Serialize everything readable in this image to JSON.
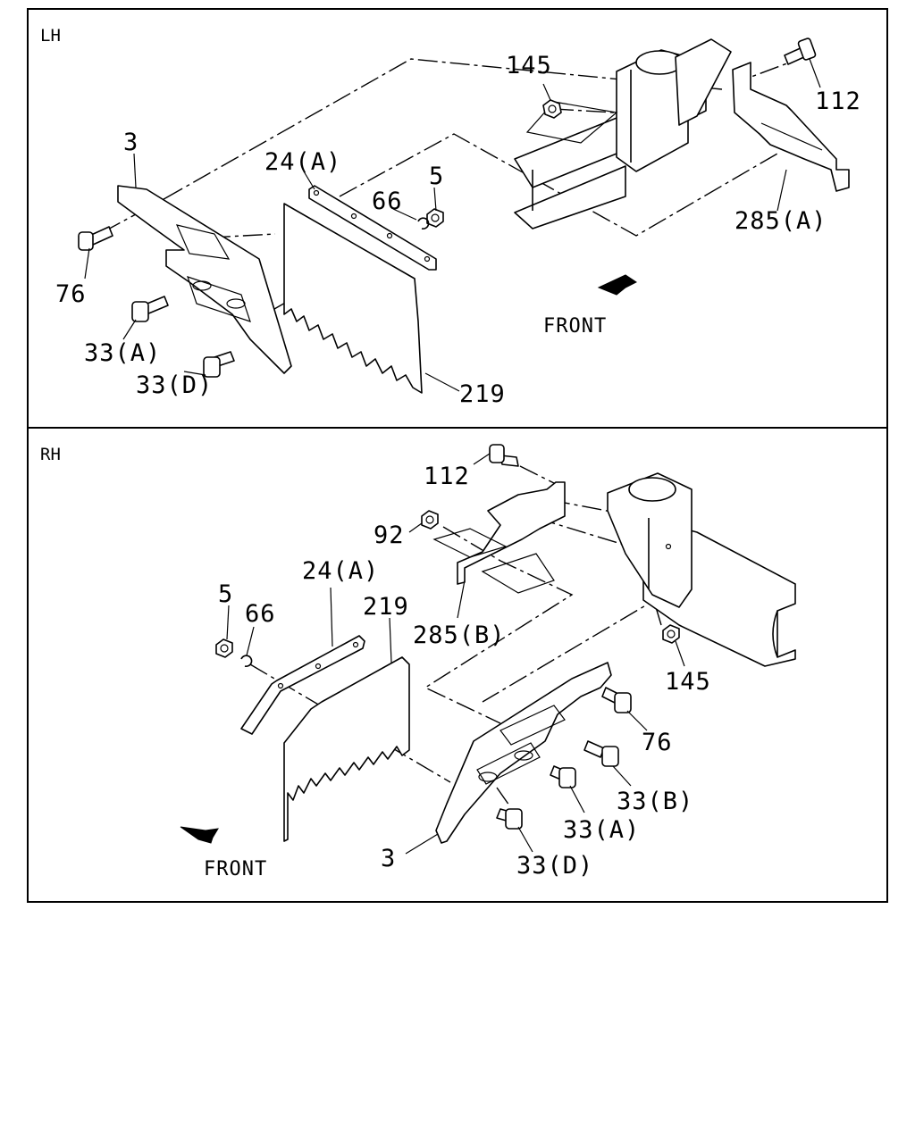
{
  "panels": {
    "lh": {
      "title": "LH",
      "front_label": "FRONT",
      "callouts": {
        "c3": "3",
        "c24a": "24(A)",
        "c5": "5",
        "c66": "66",
        "c145": "145",
        "c112": "112",
        "c285a": "285(A)",
        "c76": "76",
        "c33a": "33(A)",
        "c33d": "33(D)",
        "c219": "219"
      }
    },
    "rh": {
      "title": "RH",
      "front_label": "FRONT",
      "callouts": {
        "c112": "112",
        "c92": "92",
        "c24a": "24(A)",
        "c5": "5",
        "c66": "66",
        "c219": "219",
        "c285b": "285(B)",
        "c145": "145",
        "c76": "76",
        "c33b": "33(B)",
        "c33a": "33(A)",
        "c33d": "33(D)",
        "c3": "3"
      }
    }
  }
}
